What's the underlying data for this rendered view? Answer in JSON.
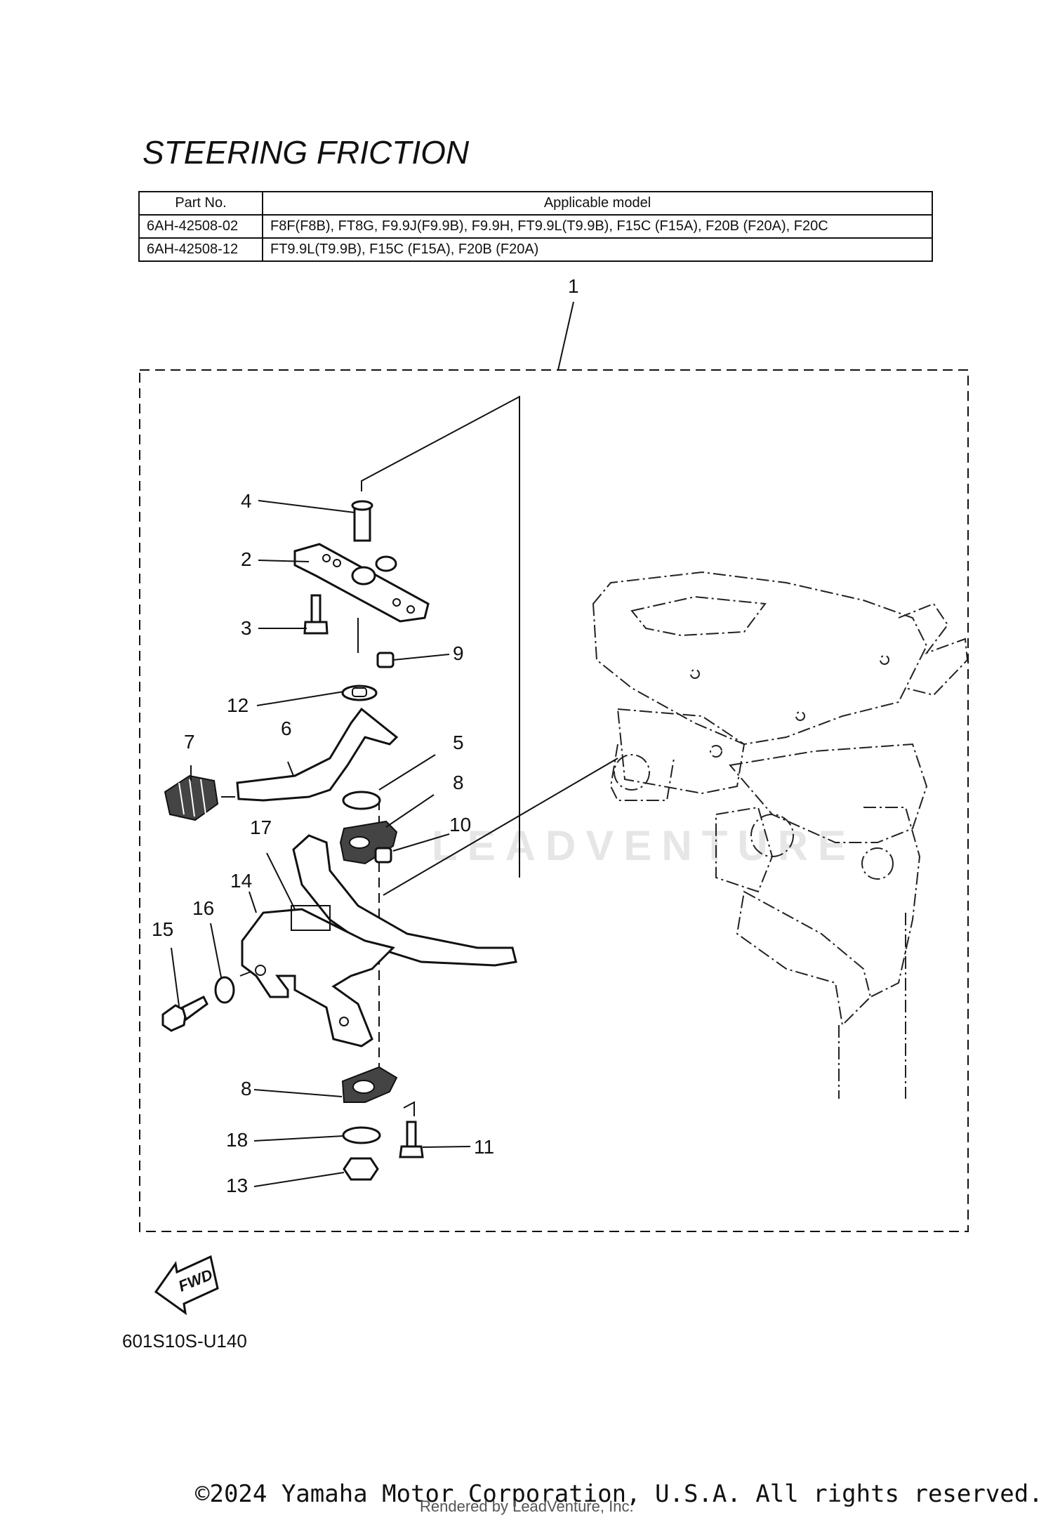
{
  "title": "STEERING FRICTION",
  "parts_table": {
    "headers": [
      "Part No.",
      "Applicable model"
    ],
    "rows": [
      {
        "part_no": "6AH-42508-02",
        "models": "F8F(F8B), FT8G, F9.9J(F9.9B), F9.9H, FT9.9L(T9.9B), F15C (F15A), F20B (F20A), F20C"
      },
      {
        "part_no": "6AH-42508-12",
        "models": "FT9.9L(T9.9B), F15C (F15A), F20B (F20A)"
      }
    ]
  },
  "callouts": {
    "c1": "1",
    "c2": "2",
    "c3": "3",
    "c4": "4",
    "c5": "5",
    "c6": "6",
    "c7": "7",
    "c8a": "8",
    "c8b": "8",
    "c9": "9",
    "c10": "10",
    "c11": "11",
    "c12": "12",
    "c13": "13",
    "c14": "14",
    "c15": "15",
    "c16": "16",
    "c17": "17",
    "c18": "18"
  },
  "fwd_label": "FWD",
  "watermark": "LEADVENTURE",
  "diagram_code": "601S10S-U140",
  "copyright": "©2024 Yamaha Motor Corporation, U.S.A. All rights reserved.",
  "rendered_by": "Rendered by LeadVenture, Inc."
}
